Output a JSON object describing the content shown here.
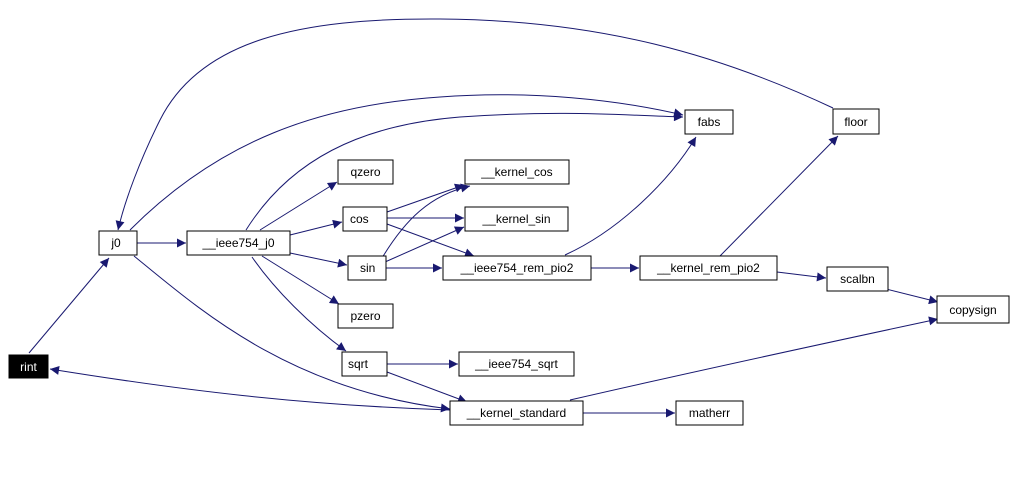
{
  "colors": {
    "edge": "#191970",
    "node_border": "#000000",
    "highlight_fill": "#000000",
    "highlight_text": "#ffffff"
  },
  "nodes": [
    {
      "id": "rint",
      "label": "rint",
      "highlight": true
    },
    {
      "id": "j0",
      "label": "j0"
    },
    {
      "id": "ieee754_j0",
      "label": "__ieee754_j0"
    },
    {
      "id": "qzero",
      "label": "qzero"
    },
    {
      "id": "cos",
      "label": "cos"
    },
    {
      "id": "sin",
      "label": "sin"
    },
    {
      "id": "pzero",
      "label": "pzero"
    },
    {
      "id": "sqrt",
      "label": "sqrt"
    },
    {
      "id": "kernel_cos",
      "label": "__kernel_cos"
    },
    {
      "id": "kernel_sin",
      "label": "__kernel_sin"
    },
    {
      "id": "ieee754_rem_pio2",
      "label": "__ieee754_rem_pio2"
    },
    {
      "id": "ieee754_sqrt",
      "label": "__ieee754_sqrt"
    },
    {
      "id": "kernel_standard",
      "label": "__kernel_standard"
    },
    {
      "id": "fabs",
      "label": "fabs"
    },
    {
      "id": "kernel_rem_pio2",
      "label": "__kernel_rem_pio2"
    },
    {
      "id": "matherr",
      "label": "matherr"
    },
    {
      "id": "floor",
      "label": "floor"
    },
    {
      "id": "scalbn",
      "label": "scalbn"
    },
    {
      "id": "copysign",
      "label": "copysign"
    }
  ],
  "edges": [
    {
      "from": "rint",
      "to": "j0"
    },
    {
      "from": "j0",
      "to": "ieee754_j0"
    },
    {
      "from": "j0",
      "to": "fabs"
    },
    {
      "from": "j0",
      "to": "kernel_standard"
    },
    {
      "from": "floor",
      "to": "j0"
    },
    {
      "from": "ieee754_j0",
      "to": "qzero"
    },
    {
      "from": "ieee754_j0",
      "to": "cos"
    },
    {
      "from": "ieee754_j0",
      "to": "sin"
    },
    {
      "from": "ieee754_j0",
      "to": "pzero"
    },
    {
      "from": "ieee754_j0",
      "to": "sqrt"
    },
    {
      "from": "ieee754_j0",
      "to": "fabs"
    },
    {
      "from": "cos",
      "to": "kernel_cos"
    },
    {
      "from": "cos",
      "to": "kernel_sin"
    },
    {
      "from": "cos",
      "to": "ieee754_rem_pio2"
    },
    {
      "from": "sin",
      "to": "kernel_cos"
    },
    {
      "from": "sin",
      "to": "kernel_sin"
    },
    {
      "from": "sin",
      "to": "ieee754_rem_pio2"
    },
    {
      "from": "sqrt",
      "to": "ieee754_sqrt"
    },
    {
      "from": "sqrt",
      "to": "kernel_standard"
    },
    {
      "from": "ieee754_rem_pio2",
      "to": "fabs"
    },
    {
      "from": "ieee754_rem_pio2",
      "to": "kernel_rem_pio2"
    },
    {
      "from": "kernel_rem_pio2",
      "to": "floor"
    },
    {
      "from": "kernel_rem_pio2",
      "to": "scalbn"
    },
    {
      "from": "scalbn",
      "to": "copysign"
    },
    {
      "from": "kernel_standard",
      "to": "rint"
    },
    {
      "from": "kernel_standard",
      "to": "matherr"
    },
    {
      "from": "kernel_standard",
      "to": "copysign"
    }
  ]
}
